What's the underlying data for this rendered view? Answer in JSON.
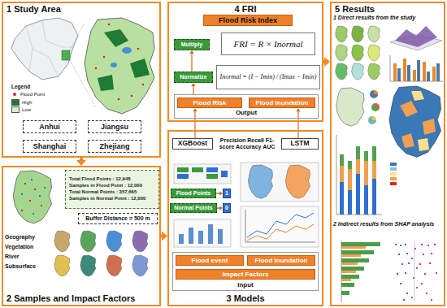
{
  "diagram": {
    "nodes": [
      {
        "text": [
          "1 Study Area"
        ]
      },
      {
        "text": [
          "Anhui"
        ],
        "in": 0
      },
      {
        "text": [
          "Jiangsu"
        ],
        "in": 0
      },
      {
        "text": [
          "Shanghai"
        ],
        "in": 0
      },
      {
        "text": [
          "Zhejiang"
        ],
        "in": 0
      },
      {
        "text": [
          "2 Samples and Impact Factors"
        ]
      },
      {
        "text": [
          "Total Flood Points : 12,948",
          "Samples in Flood Point : 12,000",
          "Total Normal Points : 357,665",
          "Samples in Normal Point : 12,000"
        ],
        "in": 5
      },
      {
        "text": [
          "Buffer Distance = 500 m"
        ],
        "in": 5
      },
      {
        "text": [
          "3 Models"
        ]
      },
      {
        "text": [
          "XGBoost"
        ],
        "in": 8
      },
      {
        "text": [
          "LSTM"
        ],
        "in": 8
      },
      {
        "text": [
          "Precision Recall F1-score Accuracy AUC"
        ],
        "in": 8
      },
      {
        "text": [
          "Flood Points"
        ],
        "in": 8
      },
      {
        "text": [
          "1"
        ],
        "in": 8
      },
      {
        "text": [
          "Normal Points"
        ],
        "in": 8
      },
      {
        "text": [
          "0"
        ],
        "in": 8
      },
      {
        "text": [
          "Input"
        ],
        "in": 8
      },
      {
        "text": [
          "Flood event"
        ],
        "in": 16
      },
      {
        "text": [
          "Flood Inundation"
        ],
        "in": 16
      },
      {
        "text": [
          "Impact Factors"
        ],
        "in": 16
      },
      {
        "text": [
          "4 FRI"
        ]
      },
      {
        "text": [
          "Flood Risk Index"
        ],
        "in": 20
      },
      {
        "text": [
          "FRI = R × Inormal"
        ],
        "in": 20
      },
      {
        "text": [
          "Multiply"
        ],
        "in": 20
      },
      {
        "text": [
          "Normalize"
        ],
        "in": 20
      },
      {
        "text": [
          "Inormal = (I − Imin) / (Imax − Imin)"
        ],
        "in": 20
      },
      {
        "text": [
          "Output"
        ],
        "in": 20
      },
      {
        "text": [
          "Flood Risk"
        ],
        "in": 26
      },
      {
        "text": [
          "Flood Inundation"
        ],
        "in": 26
      },
      {
        "text": [
          "5 Results"
        ]
      }
    ],
    "edges": [
      {
        "from": 0,
        "to": 5,
        "arrow": "to"
      },
      {
        "from": 5,
        "to": 8,
        "arrow": "to"
      },
      {
        "from": 9,
        "to": 27,
        "arrow": "to"
      },
      {
        "from": 10,
        "to": 28,
        "arrow": "to"
      },
      {
        "from": 12,
        "to": 13,
        "arrow": "to"
      },
      {
        "from": 14,
        "to": 15,
        "arrow": "to"
      },
      {
        "from": 26,
        "to": 24,
        "arrow": "to"
      },
      {
        "from": 24,
        "to": 23,
        "arrow": "to"
      },
      {
        "from": 20,
        "to": 29,
        "arrow": "to"
      }
    ],
    "labels": [
      "Legend",
      "Geography",
      "Vegetation",
      "River",
      "Subsurface",
      "1 Direct results from the study",
      "2 Indirect results from SHAP analysis"
    ],
    "legend": [
      {
        "text": "Flood Point"
      },
      {
        "text": "High",
        "color": "#1f7a33"
      },
      {
        "text": "Low",
        "color": "#d9efc4"
      }
    ]
  }
}
